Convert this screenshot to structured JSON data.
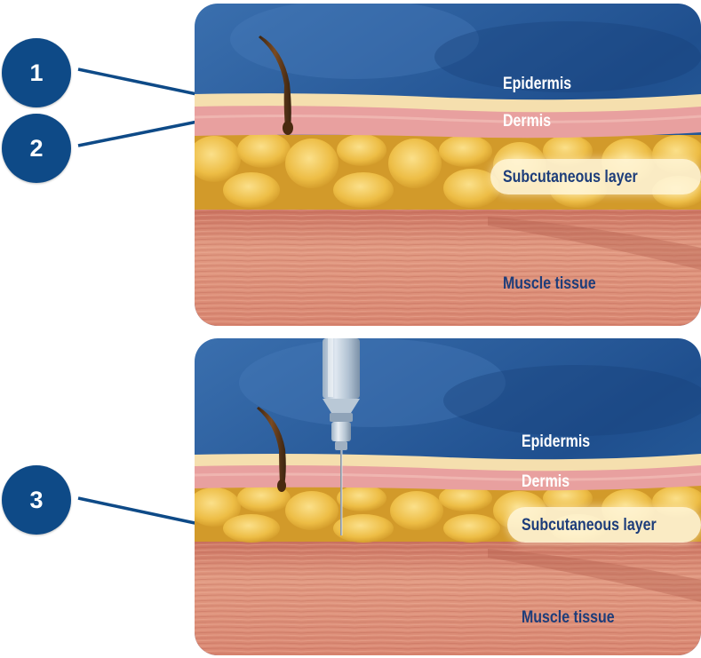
{
  "callouts": {
    "one": "1",
    "two": "2",
    "three": "3"
  },
  "top_panel": {
    "labels": {
      "epidermis": "Epidermis",
      "dermis": "Dermis",
      "subcutaneous": "Subcutaneous layer",
      "muscle": "Muscle tissue"
    }
  },
  "bottom_panel": {
    "labels": {
      "epidermis": "Epidermis",
      "dermis": "Dermis",
      "subcutaneous": "Subcutaneous layer",
      "muscle": "Muscle tissue"
    }
  },
  "colors": {
    "callout_fill": "#0e4a87",
    "leader_line": "#0e4a87",
    "sky": "#2a5c9a",
    "epidermis": "#f4dcae",
    "dermis": "#e7a2a0",
    "fat": "#e6b43a",
    "muscle": "#d98a72",
    "label_text_dark": "#1d3d7a"
  },
  "icons": {
    "hair": "hair-strand",
    "needle": "syringe-needle"
  }
}
